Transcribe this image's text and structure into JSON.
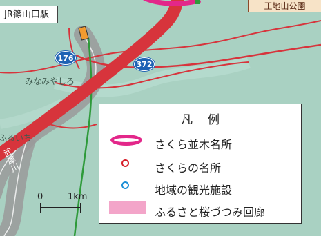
{
  "map": {
    "labels": {
      "station": "JR篠山口駅",
      "place_1": "みなみやしろ",
      "place_2": "ふるいち",
      "river": "武庫川",
      "park": "王地山公園"
    },
    "routes": {
      "route_a": "176",
      "route_b": "372"
    },
    "scale": {
      "start": "0",
      "end": "1km"
    }
  },
  "legend": {
    "title": "凡例",
    "items": [
      {
        "symbol": "pink-ellipse",
        "label": "さくら並木名所"
      },
      {
        "symbol": "red-circle",
        "label": "さくらの名所"
      },
      {
        "symbol": "blue-circle",
        "label": "地域の観光施設"
      },
      {
        "symbol": "pink-band",
        "label": "ふるさと桜づつみ回廊"
      }
    ]
  },
  "colors": {
    "land": "#a9d1c2",
    "road": "#d7343c",
    "cherry_avenue": "#e3278a",
    "sightseeing": "#1b8fd6",
    "river_band": "#9a9a9a",
    "rail": "#2e9a3a",
    "route_shield": "#1e62b4",
    "sakura_corridor": "#f3a5c9"
  }
}
